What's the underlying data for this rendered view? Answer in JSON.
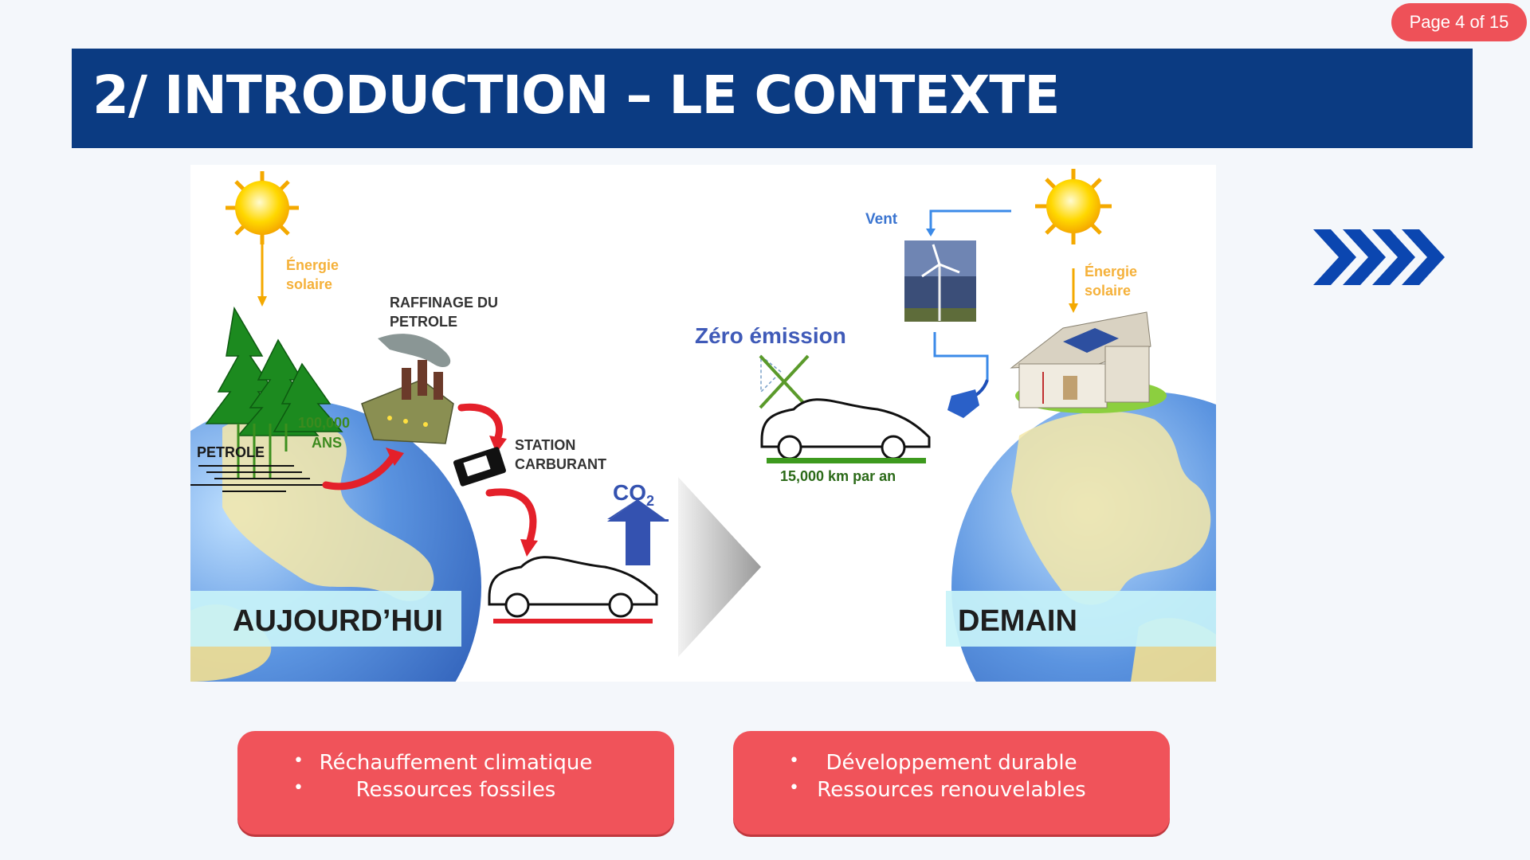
{
  "page_indicator": "Page 4 of 15",
  "title": "2/ INTRODUCTION – LE CONTEXTE",
  "illustration": {
    "today": {
      "energy_label": [
        "Énergie",
        "solaire"
      ],
      "refining_label": [
        "RAFFINAGE DU",
        "PETROLE"
      ],
      "years_label": [
        "100,000",
        "ANS"
      ],
      "oil_label": "PETROLE",
      "station_label": [
        "STATION",
        "CARBURANT"
      ],
      "co2_label": "CO",
      "co2_subscript": "2",
      "banner": "AUJOURD’HUI"
    },
    "tomorrow": {
      "wind_label": "Vent",
      "energy_label": [
        "Énergie",
        "solaire"
      ],
      "zero_emission": "Zéro émission",
      "distance_label": "15,000 km par an",
      "banner": "DEMAIN"
    },
    "colors": {
      "today_road": "#e4202a",
      "tomorrow_road": "#3d9a1e",
      "globe": "#4f86d8",
      "banner_bg": "#c8f3f8",
      "sun": "#ffd200"
    }
  },
  "cards": {
    "left": [
      "Réchauffement climatique",
      "Ressources fossiles"
    ],
    "right": [
      "Développement durable",
      "Ressources renouvelables"
    ]
  },
  "colors": {
    "title_bar": "#0b3b82",
    "card": "#f0535a",
    "badge": "#ee5158",
    "chevrons": "#0b46b0"
  }
}
